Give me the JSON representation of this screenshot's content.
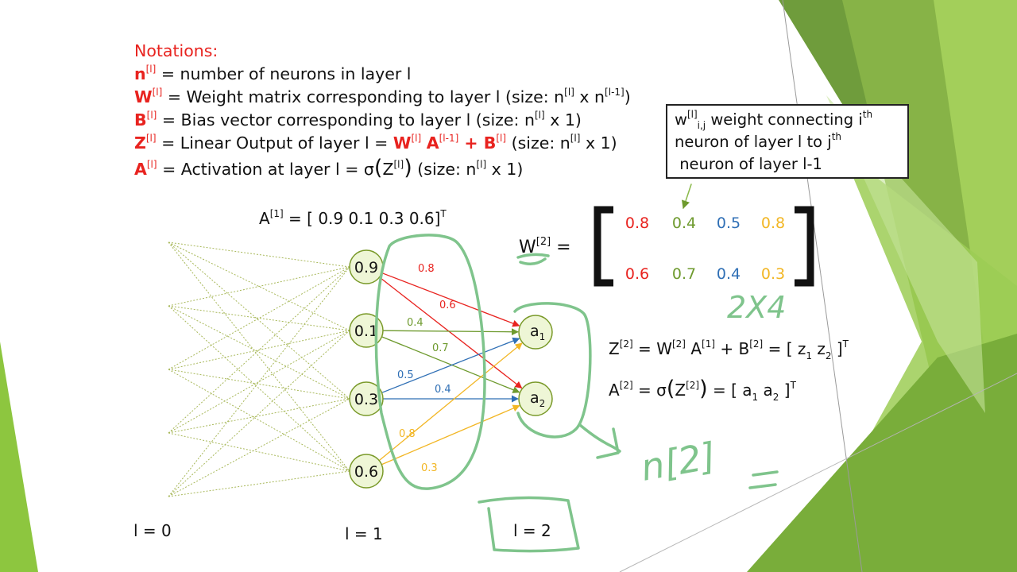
{
  "notations": {
    "heading": "Notations:",
    "lines": [
      {
        "sym": "n",
        "sup": "[l]",
        "text": " = number of neurons in layer l"
      },
      {
        "sym": "W",
        "sup": "[l]",
        "text": " = Weight matrix corresponding to layer l (size: n",
        "sup2": "[l]",
        "text2": " x n",
        "sup3": "[l-1]",
        "text3": ")"
      },
      {
        "sym": "B",
        "sup": "[l]",
        "text": " = Bias vector corresponding to layer l (size: n",
        "sup2": "[l]",
        "text2": " x 1)"
      },
      {
        "sym": "Z",
        "sup": "[l]",
        "text": " = Linear Output of layer l = ",
        "w_sym": "W",
        "w_sup": "[l]",
        "a_sym": "A",
        "a_sup": "[l-1]",
        "plus_b": " + B",
        "b_sup": "[l]",
        "text2": "  (size: n",
        "sup2": "[l]",
        "text3": " x 1)"
      },
      {
        "sym": "A",
        "sup": "[l]",
        "text": " = Activation at layer l = σ",
        "open": "(",
        "z_sym": "Z",
        "z_sup": "[l]",
        "close": ")",
        "text2": " (size: n",
        "sup2": "[l]",
        "text3": " x 1)"
      }
    ]
  },
  "callout": {
    "w": "w",
    "w_sup": "[l]",
    "w_sub": "i,j",
    "line1": " weight connecting i",
    "line1_sup": "th",
    "line2": "neuron of layer l to j",
    "line2_sup": "th",
    "line3": " neuron of layer l-1"
  },
  "a1_vector": {
    "prefix": "A",
    "sup": "[1]",
    "body": " = [ 0.9  0.1  0.3  0.6]",
    "t": "T"
  },
  "w2_label": {
    "sym": "W",
    "sup": "[2]",
    "eq": " ="
  },
  "matrix": {
    "rows": [
      [
        "0.8",
        "0.4",
        "0.5",
        "0.8"
      ],
      [
        "0.6",
        "0.7",
        "0.4",
        "0.3"
      ]
    ],
    "col_colors": [
      "#e8231f",
      "#6e9a2e",
      "#2f6fb5",
      "#f2b624"
    ]
  },
  "layer1_values": [
    "0.9",
    "0.1",
    "0.3",
    "0.6"
  ],
  "layer2_labels": [
    {
      "base": "a",
      "sub": "1"
    },
    {
      "base": "a",
      "sub": "2"
    }
  ],
  "edge_labels": [
    {
      "text": "0.8",
      "color": "#e8231f"
    },
    {
      "text": "0.6",
      "color": "#e8231f"
    },
    {
      "text": "0.4",
      "color": "#6e9a2e"
    },
    {
      "text": "0.7",
      "color": "#6e9a2e"
    },
    {
      "text": "0.5",
      "color": "#2f6fb5"
    },
    {
      "text": "0.4",
      "color": "#2f6fb5"
    },
    {
      "text": "0.8",
      "color": "#f2b624"
    },
    {
      "text": "0.3",
      "color": "#f2b624"
    }
  ],
  "eq_z": {
    "z": "Z",
    "zs": "[2]",
    "eq": " = ",
    "w": "W",
    "ws": "[2]",
    "a": " A",
    "as": "[1]",
    "plus": " + B",
    "bs": "[2]",
    "rest": " = [ z",
    "s1": "1",
    "mid": "  z",
    "s2": "2",
    "end": " ]",
    "t": "T"
  },
  "eq_a": {
    "a": "A",
    "as": "[2]",
    "eq": " = σ",
    "open": "(",
    "z": "Z",
    "zs": "[2]",
    "close": ")",
    "rest": " = [ a",
    "s1": "1",
    "mid": "  a",
    "s2": "2",
    "end": " ]",
    "t": "T"
  },
  "layer_labels": [
    "l = 0",
    "l = 1",
    "l = 2"
  ],
  "annotations": {
    "size": "2X4",
    "n2": "n[2]"
  },
  "colors": {
    "red": "#e8231f",
    "green": "#6e9a2e",
    "blue": "#2f6fb5",
    "yellow": "#f2b624",
    "handwriting": "#7fc48c",
    "node_fill": "#eef6d6",
    "node_stroke": "#7a9a2a"
  }
}
